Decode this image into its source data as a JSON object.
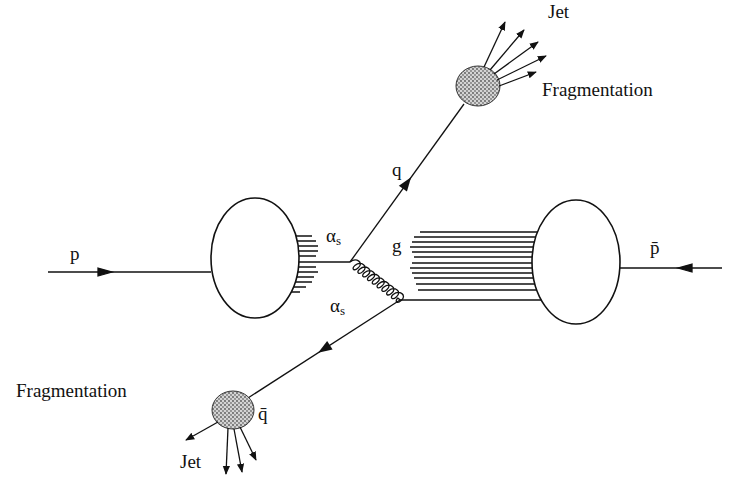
{
  "diagram": {
    "labels": [
      "Jet",
      "Fragmentation",
      "q",
      "αs",
      "g",
      "p",
      "p̄",
      "αs",
      "Fragmentation",
      "q̄",
      "Jet"
    ]
  }
}
